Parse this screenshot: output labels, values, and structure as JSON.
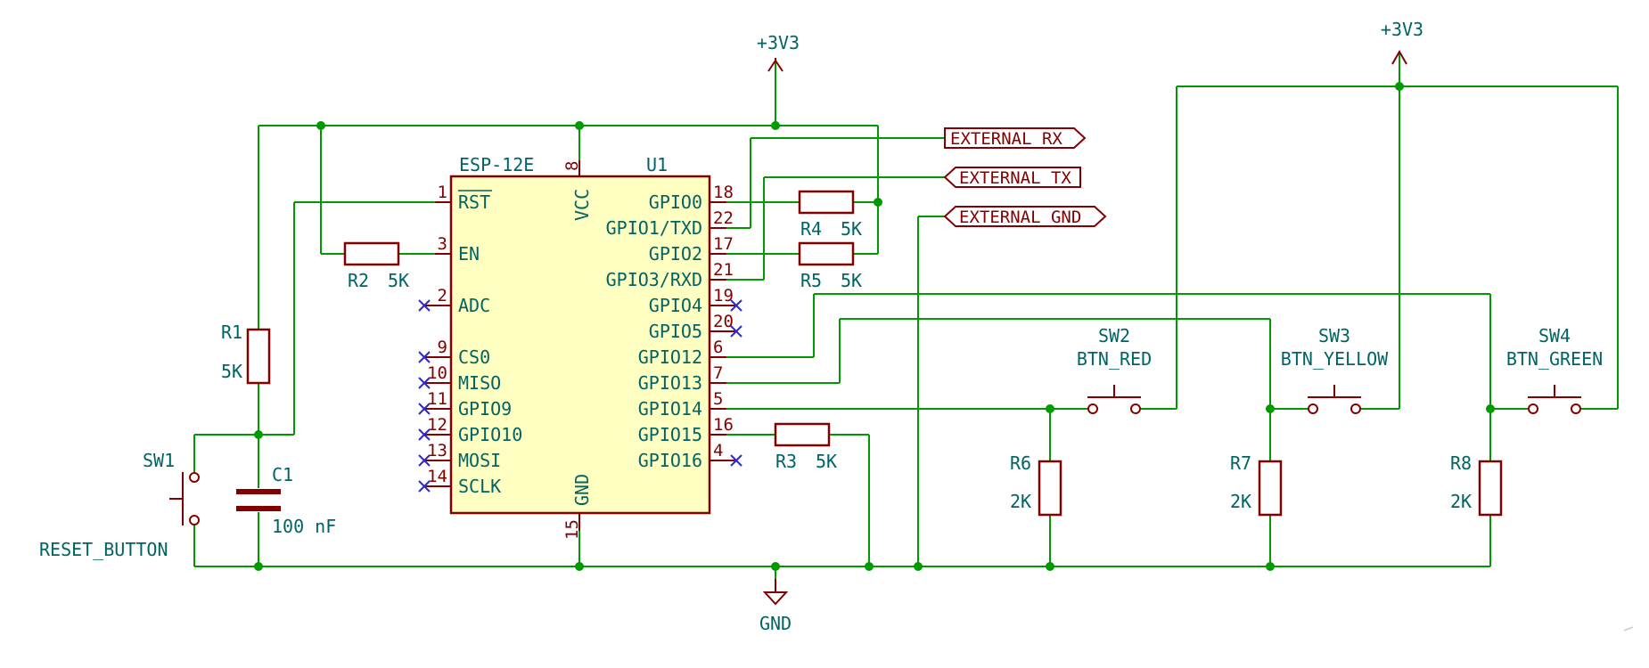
{
  "power": {
    "vcc_label": "+3V3",
    "gnd_label": "GND"
  },
  "colors": {
    "wire": "#009900",
    "component": "#840000",
    "component_fill": "#ffffc2",
    "text": "#006464",
    "no_connect": "#2a2ad0"
  },
  "chip": {
    "ref": "U1",
    "value": "ESP-12E",
    "vcc_label": "VCC",
    "gnd_label": "GND",
    "left_pins": [
      {
        "num": "1",
        "name": "RST"
      },
      {
        "num": "3",
        "name": "EN"
      },
      {
        "num": "2",
        "name": "ADC"
      },
      {
        "num": "9",
        "name": "CS0"
      },
      {
        "num": "10",
        "name": "MISO"
      },
      {
        "num": "11",
        "name": "GPIO9"
      },
      {
        "num": "12",
        "name": "GPIO10"
      },
      {
        "num": "13",
        "name": "MOSI"
      },
      {
        "num": "14",
        "name": "SCLK"
      }
    ],
    "right_pins": [
      {
        "num": "18",
        "name": "GPIO0"
      },
      {
        "num": "22",
        "name": "GPIO1/TXD"
      },
      {
        "num": "17",
        "name": "GPIO2"
      },
      {
        "num": "21",
        "name": "GPIO3/RXD"
      },
      {
        "num": "19",
        "name": "GPIO4"
      },
      {
        "num": "20",
        "name": "GPIO5"
      },
      {
        "num": "6",
        "name": "GPIO12"
      },
      {
        "num": "7",
        "name": "GPIO13"
      },
      {
        "num": "5",
        "name": "GPIO14"
      },
      {
        "num": "16",
        "name": "GPIO15"
      },
      {
        "num": "4",
        "name": "GPIO16"
      }
    ],
    "vcc_pin_num": "8",
    "gnd_pin_num": "15"
  },
  "resistors": [
    {
      "ref": "R1",
      "value": "5K"
    },
    {
      "ref": "R2",
      "value": "5K"
    },
    {
      "ref": "R3",
      "value": "5K"
    },
    {
      "ref": "R4",
      "value": "5K"
    },
    {
      "ref": "R5",
      "value": "5K"
    },
    {
      "ref": "R6",
      "value": "2K"
    },
    {
      "ref": "R7",
      "value": "2K"
    },
    {
      "ref": "R8",
      "value": "2K"
    }
  ],
  "capacitor": {
    "ref": "C1",
    "value": "100 nF"
  },
  "switches": [
    {
      "ref": "SW1",
      "value": "RESET_BUTTON"
    },
    {
      "ref": "SW2",
      "value": "BTN_RED"
    },
    {
      "ref": "SW3",
      "value": "BTN_YELLOW"
    },
    {
      "ref": "SW4",
      "value": "BTN_GREEN"
    }
  ],
  "net_labels": [
    "EXTERNAL_RX",
    "EXTERNAL_TX",
    "EXTERNAL_GND"
  ]
}
